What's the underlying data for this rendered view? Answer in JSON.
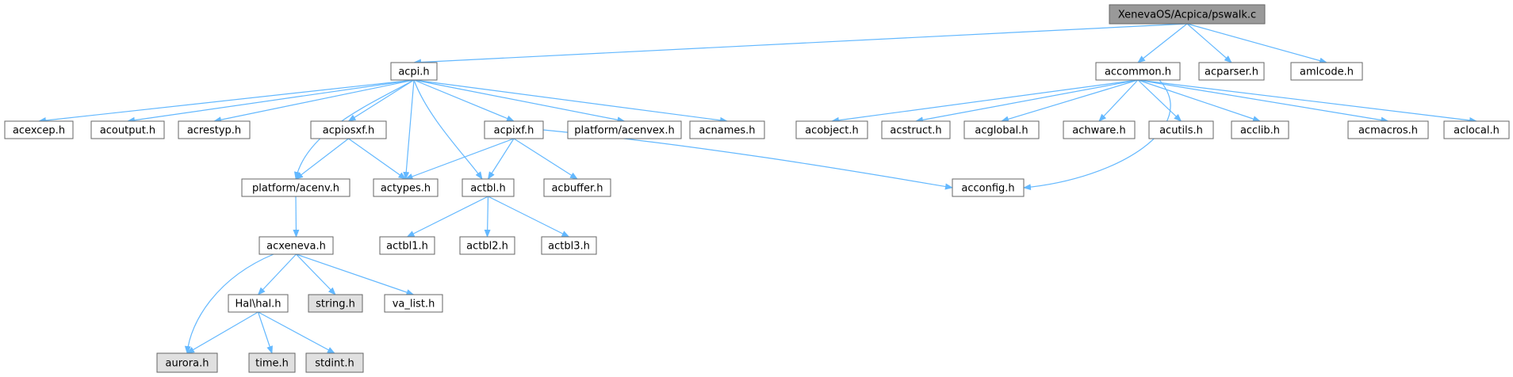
{
  "graph": {
    "edge_color": "#63b8ff",
    "node_fill": "#ffffff",
    "root_fill": "#999999",
    "system_fill": "#e0e0e0",
    "nodes": [
      {
        "id": "pswalk",
        "label": "XenevaOS/Acpica/pswalk.c",
        "kind": "root"
      },
      {
        "id": "acpi",
        "label": "acpi.h",
        "kind": "header"
      },
      {
        "id": "accommon",
        "label": "accommon.h",
        "kind": "header"
      },
      {
        "id": "acparser",
        "label": "acparser.h",
        "kind": "header"
      },
      {
        "id": "amlcode",
        "label": "amlcode.h",
        "kind": "header"
      },
      {
        "id": "acexcep",
        "label": "acexcep.h",
        "kind": "header"
      },
      {
        "id": "acoutput",
        "label": "acoutput.h",
        "kind": "header"
      },
      {
        "id": "acrestyp",
        "label": "acrestyp.h",
        "kind": "header"
      },
      {
        "id": "acpiosxf",
        "label": "acpiosxf.h",
        "kind": "header"
      },
      {
        "id": "acpixf",
        "label": "acpixf.h",
        "kind": "header"
      },
      {
        "id": "acenvex",
        "label": "platform/acenvex.h",
        "kind": "header"
      },
      {
        "id": "acnames",
        "label": "acnames.h",
        "kind": "header"
      },
      {
        "id": "acobject",
        "label": "acobject.h",
        "kind": "header"
      },
      {
        "id": "acstruct",
        "label": "acstruct.h",
        "kind": "header"
      },
      {
        "id": "acglobal",
        "label": "acglobal.h",
        "kind": "header"
      },
      {
        "id": "achware",
        "label": "achware.h",
        "kind": "header"
      },
      {
        "id": "acutils",
        "label": "acutils.h",
        "kind": "header"
      },
      {
        "id": "acclib",
        "label": "acclib.h",
        "kind": "header"
      },
      {
        "id": "acmacros",
        "label": "acmacros.h",
        "kind": "header"
      },
      {
        "id": "aclocal",
        "label": "aclocal.h",
        "kind": "header"
      },
      {
        "id": "acenv",
        "label": "platform/acenv.h",
        "kind": "header"
      },
      {
        "id": "actypes",
        "label": "actypes.h",
        "kind": "header"
      },
      {
        "id": "actbl",
        "label": "actbl.h",
        "kind": "header"
      },
      {
        "id": "acbuffer",
        "label": "acbuffer.h",
        "kind": "header"
      },
      {
        "id": "acconfig",
        "label": "acconfig.h",
        "kind": "header"
      },
      {
        "id": "acxeneva",
        "label": "acxeneva.h",
        "kind": "header"
      },
      {
        "id": "actbl1",
        "label": "actbl1.h",
        "kind": "header"
      },
      {
        "id": "actbl2",
        "label": "actbl2.h",
        "kind": "header"
      },
      {
        "id": "actbl3",
        "label": "actbl3.h",
        "kind": "header"
      },
      {
        "id": "halh",
        "label": "Hal\\hal.h",
        "kind": "header"
      },
      {
        "id": "string",
        "label": "string.h",
        "kind": "system"
      },
      {
        "id": "va_list",
        "label": "va_list.h",
        "kind": "header"
      },
      {
        "id": "aurora",
        "label": "aurora.h",
        "kind": "system"
      },
      {
        "id": "time",
        "label": "time.h",
        "kind": "system"
      },
      {
        "id": "stdint",
        "label": "stdint.h",
        "kind": "system"
      }
    ],
    "edges": [
      [
        "pswalk",
        "acpi"
      ],
      [
        "pswalk",
        "accommon"
      ],
      [
        "pswalk",
        "acparser"
      ],
      [
        "pswalk",
        "amlcode"
      ],
      [
        "acpi",
        "acexcep"
      ],
      [
        "acpi",
        "acoutput"
      ],
      [
        "acpi",
        "acrestyp"
      ],
      [
        "acpi",
        "acpiosxf"
      ],
      [
        "acpi",
        "acenv"
      ],
      [
        "acpi",
        "actypes"
      ],
      [
        "acpi",
        "actbl"
      ],
      [
        "acpi",
        "acpixf"
      ],
      [
        "acpi",
        "acenvex"
      ],
      [
        "acpi",
        "acnames"
      ],
      [
        "accommon",
        "acobject"
      ],
      [
        "accommon",
        "acstruct"
      ],
      [
        "accommon",
        "acglobal"
      ],
      [
        "accommon",
        "achware"
      ],
      [
        "accommon",
        "acutils"
      ],
      [
        "accommon",
        "acclib"
      ],
      [
        "accommon",
        "acmacros"
      ],
      [
        "accommon",
        "aclocal"
      ],
      [
        "accommon",
        "acconfig"
      ],
      [
        "acpiosxf",
        "acenv"
      ],
      [
        "acpiosxf",
        "actypes"
      ],
      [
        "acpixf",
        "actypes"
      ],
      [
        "acpixf",
        "actbl"
      ],
      [
        "acpixf",
        "acbuffer"
      ],
      [
        "acpixf",
        "acconfig"
      ],
      [
        "acenv",
        "acxeneva"
      ],
      [
        "actbl",
        "actbl1"
      ],
      [
        "actbl",
        "actbl2"
      ],
      [
        "actbl",
        "actbl3"
      ],
      [
        "acxeneva",
        "aurora"
      ],
      [
        "acxeneva",
        "halh"
      ],
      [
        "acxeneva",
        "string"
      ],
      [
        "acxeneva",
        "va_list"
      ],
      [
        "halh",
        "aurora"
      ],
      [
        "halh",
        "time"
      ],
      [
        "halh",
        "stdint"
      ]
    ]
  }
}
